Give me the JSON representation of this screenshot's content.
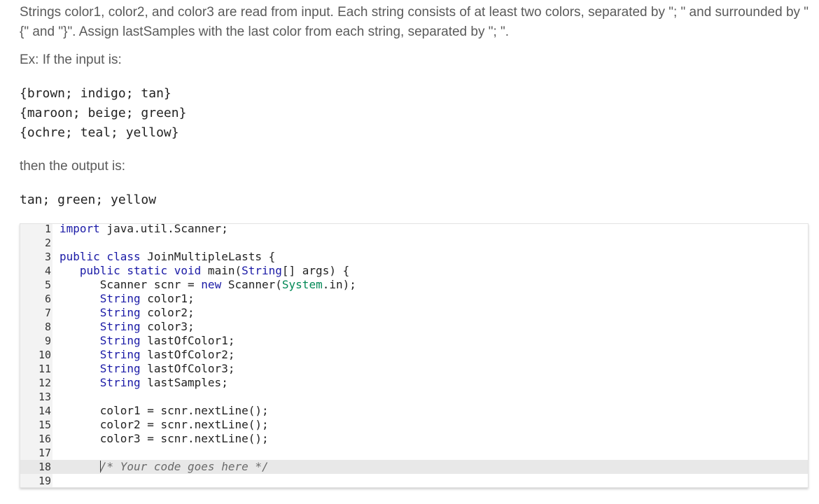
{
  "prompt": {
    "description": "Strings color1, color2, and color3 are read from input. Each string consists of at least two colors, separated by \"; \" and surrounded by \"{\" and \"}\". Assign lastSamples with the last color from each string, separated by \"; \".",
    "example_intro": "Ex: If the input is:",
    "sample_input": [
      "{brown; indigo; tan}",
      "{maroon; beige; green}",
      "{ochre; teal; yellow}"
    ],
    "output_intro": "then the output is:",
    "sample_output": "tan; green; yellow"
  },
  "editor": {
    "active_line": 18,
    "lines": [
      {
        "num": "1",
        "tokens": [
          {
            "t": "kw",
            "v": "import"
          },
          {
            "t": "",
            "v": " java.util.Scanner;"
          }
        ]
      },
      {
        "num": "2",
        "tokens": []
      },
      {
        "num": "3",
        "tokens": [
          {
            "t": "kw",
            "v": "public class"
          },
          {
            "t": "",
            "v": " JoinMultipleLasts {"
          }
        ]
      },
      {
        "num": "4",
        "tokens": [
          {
            "t": "",
            "v": "   "
          },
          {
            "t": "kw",
            "v": "public static void"
          },
          {
            "t": "",
            "v": " main("
          },
          {
            "t": "ty",
            "v": "String"
          },
          {
            "t": "",
            "v": "[] args) {"
          }
        ]
      },
      {
        "num": "5",
        "tokens": [
          {
            "t": "",
            "v": "      Scanner scnr = "
          },
          {
            "t": "kw",
            "v": "new"
          },
          {
            "t": "",
            "v": " Scanner("
          },
          {
            "t": "cls",
            "v": "System"
          },
          {
            "t": "",
            "v": ".in);"
          }
        ]
      },
      {
        "num": "6",
        "tokens": [
          {
            "t": "",
            "v": "      "
          },
          {
            "t": "ty",
            "v": "String"
          },
          {
            "t": "",
            "v": " color1;"
          }
        ]
      },
      {
        "num": "7",
        "tokens": [
          {
            "t": "",
            "v": "      "
          },
          {
            "t": "ty",
            "v": "String"
          },
          {
            "t": "",
            "v": " color2;"
          }
        ]
      },
      {
        "num": "8",
        "tokens": [
          {
            "t": "",
            "v": "      "
          },
          {
            "t": "ty",
            "v": "String"
          },
          {
            "t": "",
            "v": " color3;"
          }
        ]
      },
      {
        "num": "9",
        "tokens": [
          {
            "t": "",
            "v": "      "
          },
          {
            "t": "ty",
            "v": "String"
          },
          {
            "t": "",
            "v": " lastOfColor1;"
          }
        ]
      },
      {
        "num": "10",
        "tokens": [
          {
            "t": "",
            "v": "      "
          },
          {
            "t": "ty",
            "v": "String"
          },
          {
            "t": "",
            "v": " lastOfColor2;"
          }
        ]
      },
      {
        "num": "11",
        "tokens": [
          {
            "t": "",
            "v": "      "
          },
          {
            "t": "ty",
            "v": "String"
          },
          {
            "t": "",
            "v": " lastOfColor3;"
          }
        ]
      },
      {
        "num": "12",
        "tokens": [
          {
            "t": "",
            "v": "      "
          },
          {
            "t": "ty",
            "v": "String"
          },
          {
            "t": "",
            "v": " lastSamples;"
          }
        ]
      },
      {
        "num": "13",
        "tokens": []
      },
      {
        "num": "14",
        "tokens": [
          {
            "t": "",
            "v": "      color1 = scnr.nextLine();"
          }
        ]
      },
      {
        "num": "15",
        "tokens": [
          {
            "t": "",
            "v": "      color2 = scnr.nextLine();"
          }
        ]
      },
      {
        "num": "16",
        "tokens": [
          {
            "t": "",
            "v": "      color3 = scnr.nextLine();"
          }
        ]
      },
      {
        "num": "17",
        "tokens": []
      },
      {
        "num": "18",
        "tokens": [
          {
            "t": "",
            "v": "      "
          },
          {
            "t": "cm",
            "v": "/* Your code goes here */"
          }
        ]
      },
      {
        "num": "19",
        "tokens": []
      }
    ]
  }
}
